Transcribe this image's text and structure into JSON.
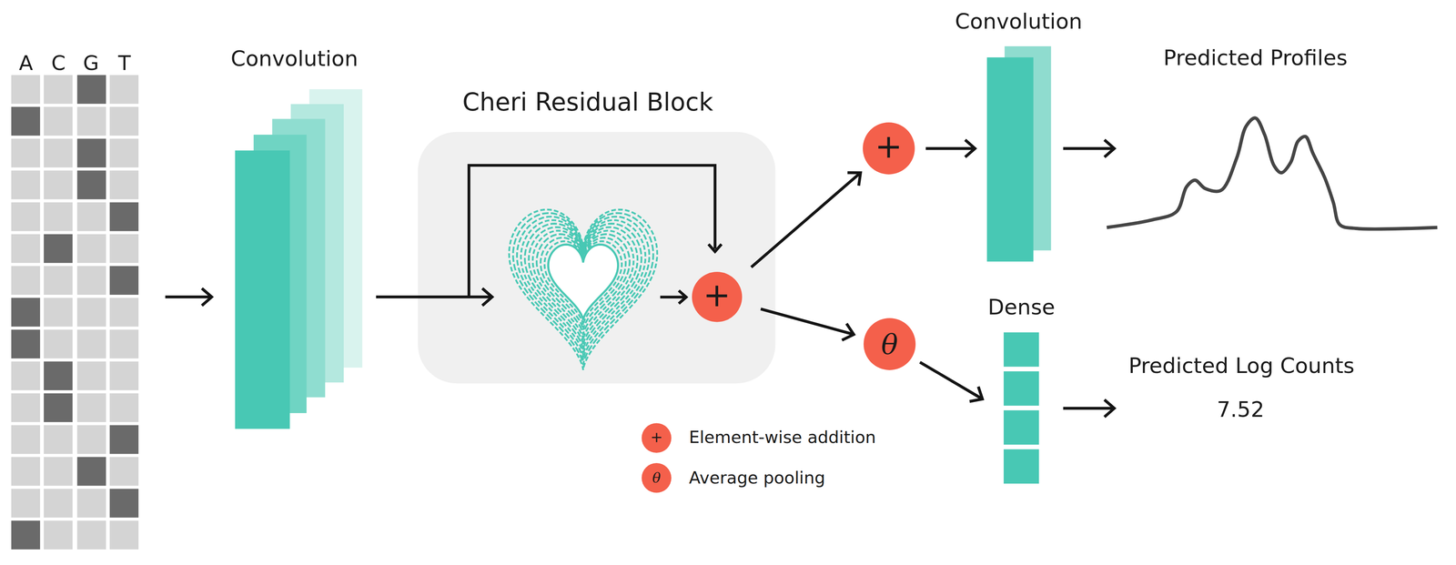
{
  "diagram": {
    "nodes": [
      {
        "text": [
          "A",
          "C",
          "G",
          "T"
        ]
      },
      {
        "text": [
          "Convolution"
        ]
      },
      {
        "text": [
          "Cheri Residual Block"
        ]
      },
      {
        "text": [
          "+"
        ],
        "in": 2
      },
      {
        "text": [
          "+"
        ]
      },
      {
        "text": [
          "θ"
        ]
      },
      {
        "text": [
          "Convolution"
        ]
      },
      {
        "text": [
          "Dense"
        ]
      },
      {
        "text": [
          "Predicted Profiles"
        ]
      },
      {
        "text": [
          "Predicted Log Counts",
          "7.52"
        ]
      }
    ],
    "edges": [
      {
        "from": 0,
        "to": 1,
        "arrow": "to"
      },
      {
        "from": 1,
        "to": 2,
        "arrow": "to"
      },
      {
        "from": 3,
        "to": 4,
        "arrow": "to"
      },
      {
        "from": 3,
        "to": 5,
        "arrow": "to"
      },
      {
        "from": 4,
        "to": 6,
        "arrow": "to"
      },
      {
        "from": 5,
        "to": 7,
        "arrow": "to"
      },
      {
        "from": 6,
        "to": 8,
        "arrow": "to"
      },
      {
        "from": 7,
        "to": 9,
        "arrow": "to"
      }
    ],
    "labels": [
      "+",
      "θ"
    ],
    "legend": [
      {
        "text": "Element-wise addition"
      },
      {
        "text": "Average pooling"
      }
    ]
  }
}
